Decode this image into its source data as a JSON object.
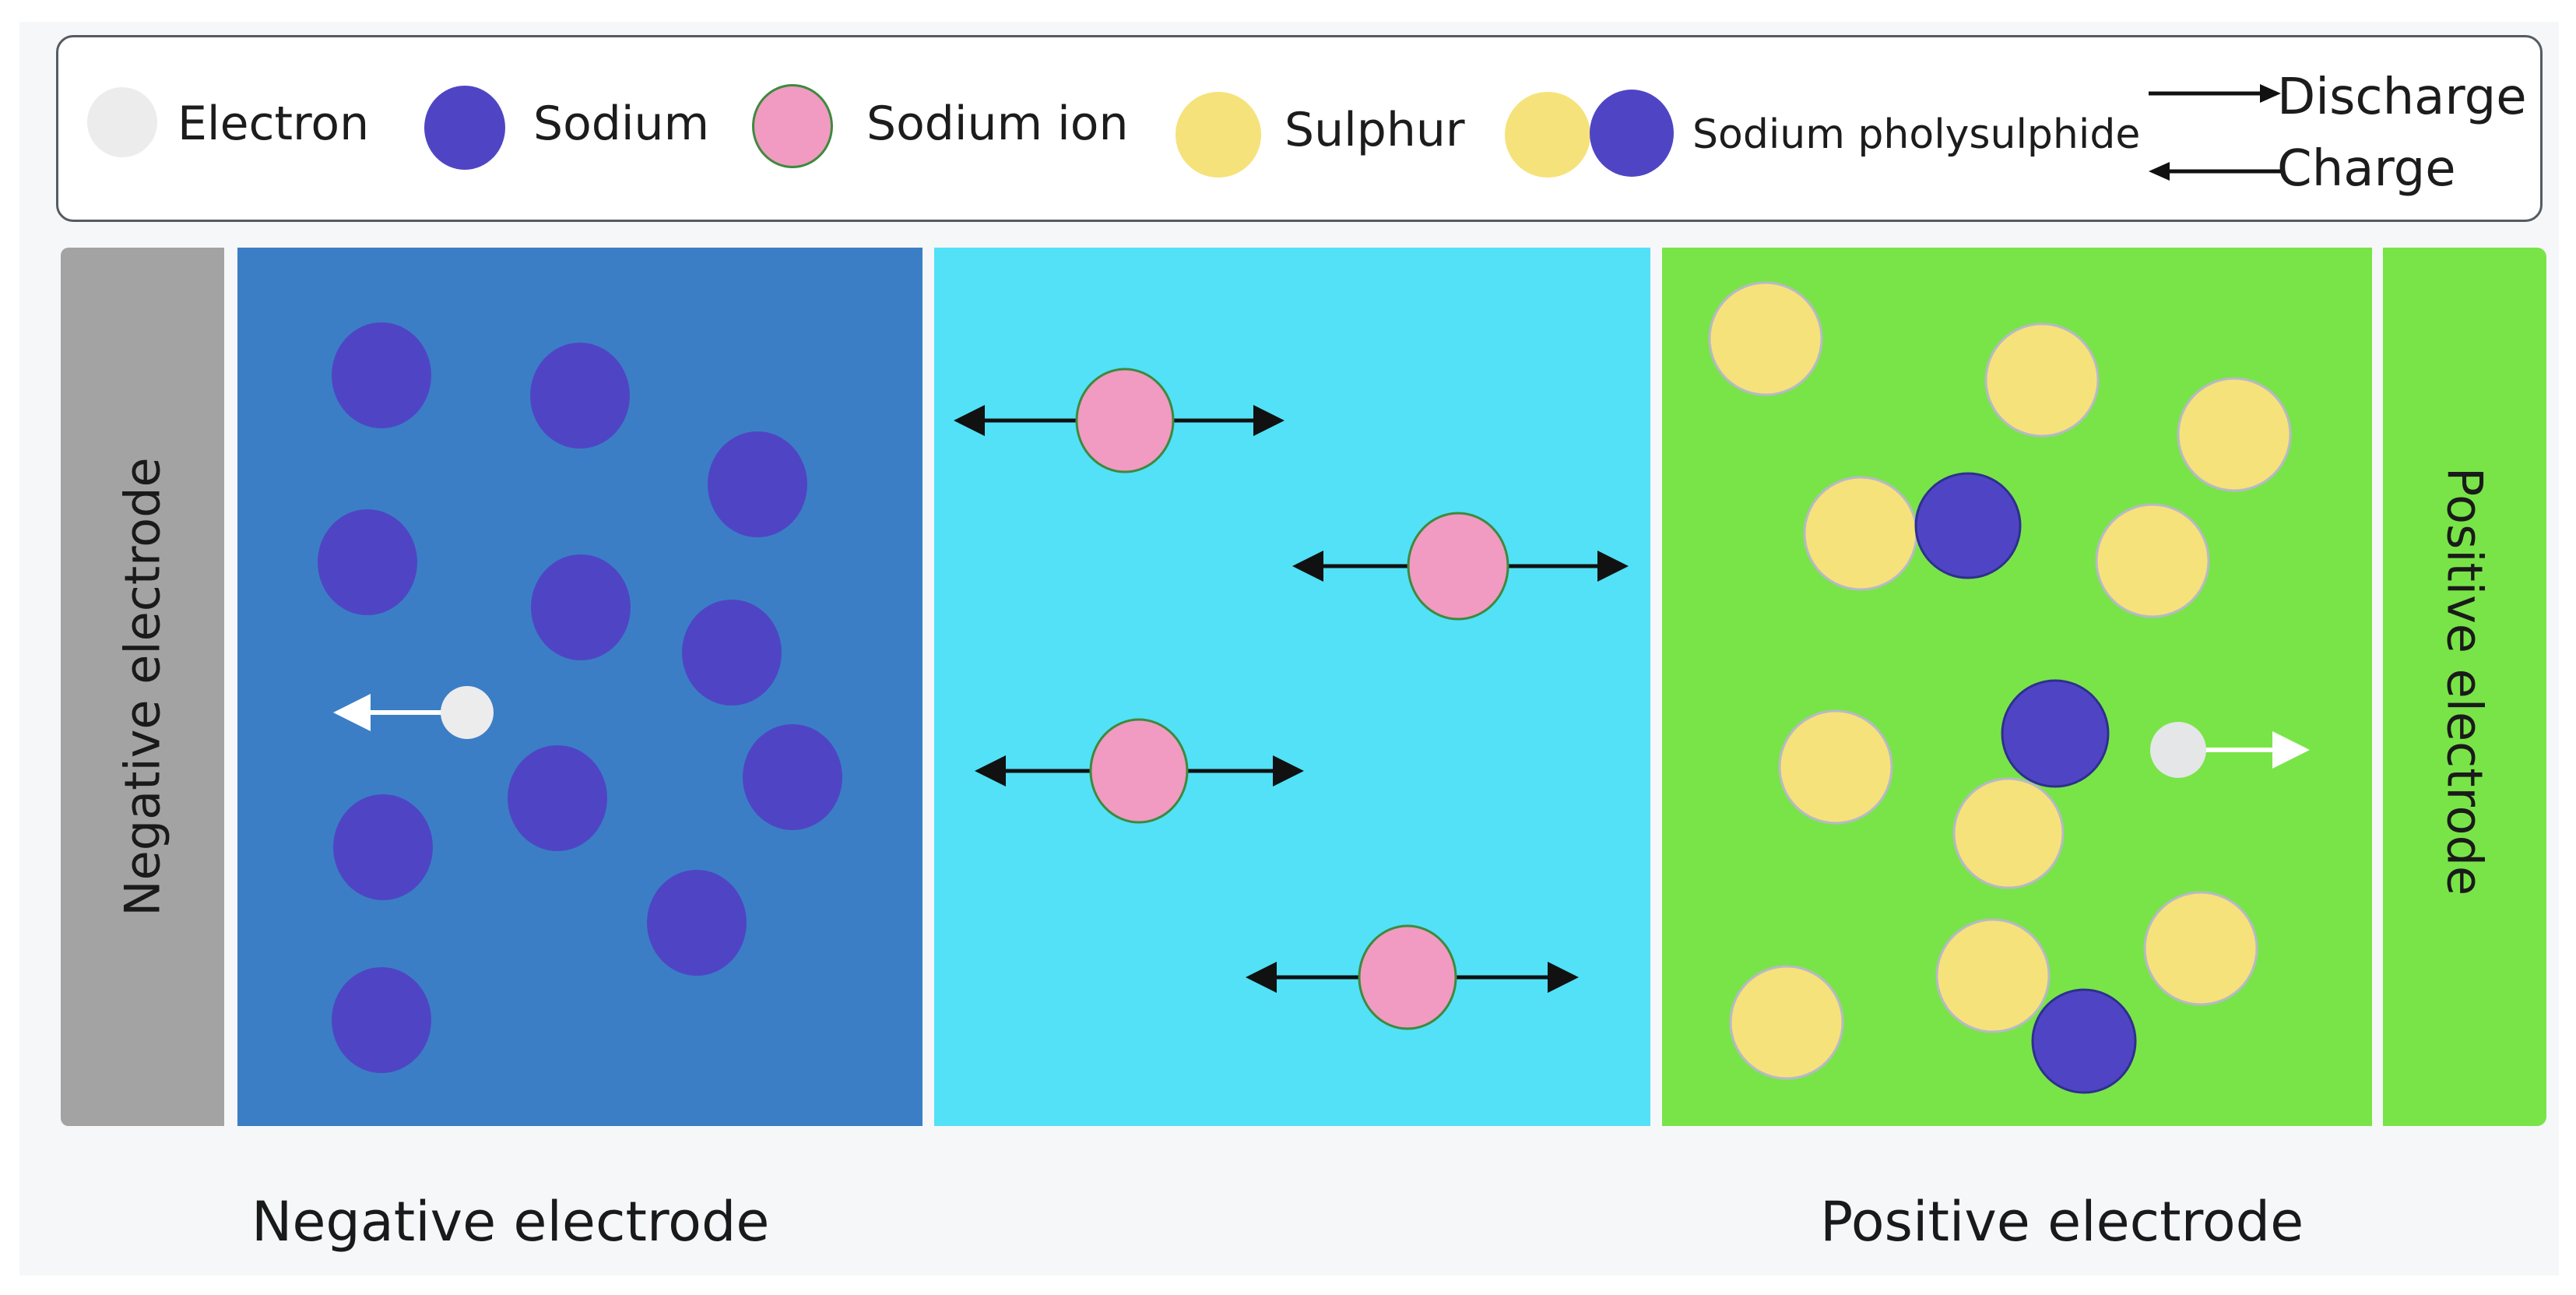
{
  "legend": {
    "electron": "Electron",
    "sodium": "Sodium",
    "sodium_ion": "Sodium ion",
    "sulphur": "Sulphur",
    "sodium_polysulphide": "Sodium pholysulphide",
    "discharge": "Discharge",
    "charge": "Charge"
  },
  "labels": {
    "negative_electrode_vertical": "Negative electrode",
    "positive_electrode_vertical": "Positive electrode",
    "negative_electrode_bottom": "Negative electrode",
    "positive_electrode_bottom": "Positive electrode"
  },
  "colors": {
    "electron": "#ececec",
    "sodium": "#4f45c4",
    "sodium_ion": "#f19ac2",
    "sulphur": "#f6e27a",
    "negative_electrode": "#a3a3a3",
    "anode_material": "#3b7ec6",
    "electrolyte": "#52e1f7",
    "cathode_material": "#79e448"
  }
}
